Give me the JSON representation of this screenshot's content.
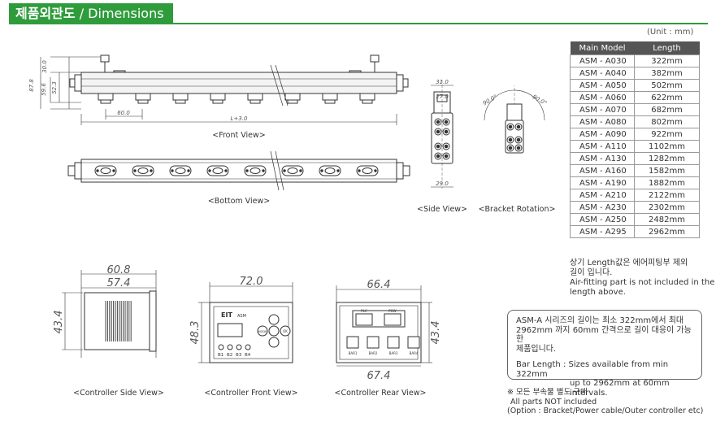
{
  "header": {
    "title_ko": "제품외관도",
    "title_sep": " / ",
    "title_en": "Dimensions",
    "accent_color": "#2f9c3c"
  },
  "unit": "(Unit : mm)",
  "table": {
    "headers": [
      "Main Model",
      "Length"
    ],
    "rows": [
      [
        "ASM - A030",
        "322mm"
      ],
      [
        "ASM - A040",
        "382mm"
      ],
      [
        "ASM - A050",
        "502mm"
      ],
      [
        "ASM - A060",
        "622mm"
      ],
      [
        "ASM - A070",
        "682mm"
      ],
      [
        "ASM - A080",
        "802mm"
      ],
      [
        "ASM - A090",
        "922mm"
      ],
      [
        "ASM - A110",
        "1102mm"
      ],
      [
        "ASM - A130",
        "1282mm"
      ],
      [
        "ASM - A160",
        "1582mm"
      ],
      [
        "ASM - A190",
        "1882mm"
      ],
      [
        "ASM - A210",
        "2122mm"
      ],
      [
        "ASM - A230",
        "2302mm"
      ],
      [
        "ASM - A250",
        "2482mm"
      ],
      [
        "ASM - A295",
        "2962mm"
      ]
    ]
  },
  "captions": {
    "front": "<Front View>",
    "bottom": "<Bottom View>",
    "side": "<Side View>",
    "bracket": "<Bracket Rotation>",
    "ctrl_side": "<Controller Side View>",
    "ctrl_front": "<Controller Front View>",
    "ctrl_rear": "<Controller Rear View>"
  },
  "dims": {
    "front_h1": "30.0",
    "front_h2": "87.8",
    "front_h3": "59.6",
    "front_h4": "52.3",
    "front_pitch": "60.0",
    "front_len": "L+3.0",
    "side_w1": "31.0",
    "side_w2": "27.0",
    "side_w3": "29.0",
    "bracket_a1": "90.0°",
    "bracket_a2": "90.0°",
    "cs_w1": "60.8",
    "cs_w2": "57.4",
    "cs_h": "43.4",
    "cf_w": "72.0",
    "cf_h": "48.3",
    "cr_w1": "66.4",
    "cr_w2": "67.4",
    "cr_h": "43.4"
  },
  "controller": {
    "brand": "EIT",
    "model": "ASM",
    "leds": [
      "B1",
      "B2",
      "B3",
      "B4"
    ],
    "btn_mode": "MODE",
    "btn_ok": "OK",
    "rear_ports": [
      "PLC",
      "POW"
    ],
    "rear_bars": [
      "BAR1",
      "BAR2",
      "BAR3",
      "BAR4"
    ]
  },
  "notes": {
    "length_note_ko_1": "상기 Length값은 에어피팅부 제외",
    "length_note_ko_2": "길이 입니다.",
    "length_note_en_1": "Air-fitting part is not included in the",
    "length_note_en_2": "length above.",
    "box_ko_1": "ASM-A 시리즈의 길이는 최소 322mm에서 최대",
    "box_ko_2": "2962mm 까지 60mm 간격으로 길이 대응이 가능한",
    "box_ko_3": "제품입니다.",
    "box_en_1": "Bar Length : Sizes available from min 322mm",
    "box_en_2": "up to 2962mm at 60mm intervals.",
    "parts_1": "※ 모든 부속물 별도 구매",
    "parts_2": "All parts NOT included",
    "parts_3": "(Option : Bracket/Power cable/Outer controller etc)"
  }
}
